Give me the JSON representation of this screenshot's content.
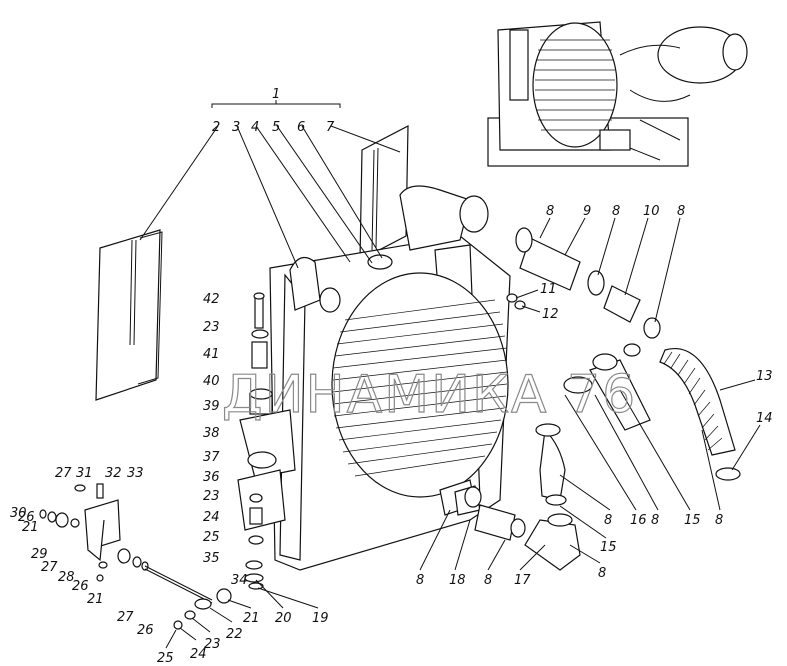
{
  "watermark": "ДИНАМИКА 76",
  "labels": [
    {
      "id": "l1",
      "text": "1"
    },
    {
      "id": "l2",
      "text": "2"
    },
    {
      "id": "l3",
      "text": "3"
    },
    {
      "id": "l4",
      "text": "4"
    },
    {
      "id": "l5",
      "text": "5"
    },
    {
      "id": "l6",
      "text": "6"
    },
    {
      "id": "l7",
      "text": "7"
    },
    {
      "id": "l8a",
      "text": "8"
    },
    {
      "id": "l9",
      "text": "9"
    },
    {
      "id": "l8b",
      "text": "8"
    },
    {
      "id": "l10",
      "text": "10"
    },
    {
      "id": "l8c",
      "text": "8"
    },
    {
      "id": "l11",
      "text": "11"
    },
    {
      "id": "l12",
      "text": "12"
    },
    {
      "id": "l13",
      "text": "13"
    },
    {
      "id": "l14",
      "text": "14"
    },
    {
      "id": "l8d",
      "text": "8"
    },
    {
      "id": "l15a",
      "text": "15"
    },
    {
      "id": "l8e",
      "text": "8"
    },
    {
      "id": "l16",
      "text": "16"
    },
    {
      "id": "l8f",
      "text": "8"
    },
    {
      "id": "l15b",
      "text": "15"
    },
    {
      "id": "l8g",
      "text": "8"
    },
    {
      "id": "l17",
      "text": "17"
    },
    {
      "id": "l8h",
      "text": "8"
    },
    {
      "id": "l18",
      "text": "18"
    },
    {
      "id": "l8i",
      "text": "8"
    },
    {
      "id": "l19",
      "text": "19"
    },
    {
      "id": "l20",
      "text": "20"
    },
    {
      "id": "l21a",
      "text": "21"
    },
    {
      "id": "l22",
      "text": "22"
    },
    {
      "id": "l23a",
      "text": "23"
    },
    {
      "id": "l24a",
      "text": "24"
    },
    {
      "id": "l25a",
      "text": "25"
    },
    {
      "id": "l26a",
      "text": "26"
    },
    {
      "id": "l27a",
      "text": "27"
    },
    {
      "id": "l21b",
      "text": "21"
    },
    {
      "id": "l26b",
      "text": "26"
    },
    {
      "id": "l28",
      "text": "28"
    },
    {
      "id": "l27b",
      "text": "27"
    },
    {
      "id": "l29",
      "text": "29"
    },
    {
      "id": "l21c",
      "text": "21"
    },
    {
      "id": "l26c",
      "text": "26"
    },
    {
      "id": "l30",
      "text": "30"
    },
    {
      "id": "l27c",
      "text": "27"
    },
    {
      "id": "l31",
      "text": "31"
    },
    {
      "id": "l32",
      "text": "32"
    },
    {
      "id": "l33",
      "text": "33"
    },
    {
      "id": "l34",
      "text": "34"
    },
    {
      "id": "l35",
      "text": "35"
    },
    {
      "id": "l25b",
      "text": "25"
    },
    {
      "id": "l24b",
      "text": "24"
    },
    {
      "id": "l23b",
      "text": "23"
    },
    {
      "id": "l36",
      "text": "36"
    },
    {
      "id": "l37",
      "text": "37"
    },
    {
      "id": "l38",
      "text": "38"
    },
    {
      "id": "l39",
      "text": "39"
    },
    {
      "id": "l40",
      "text": "40"
    },
    {
      "id": "l41",
      "text": "41"
    },
    {
      "id": "l23c",
      "text": "23"
    },
    {
      "id": "l42",
      "text": "42"
    }
  ]
}
